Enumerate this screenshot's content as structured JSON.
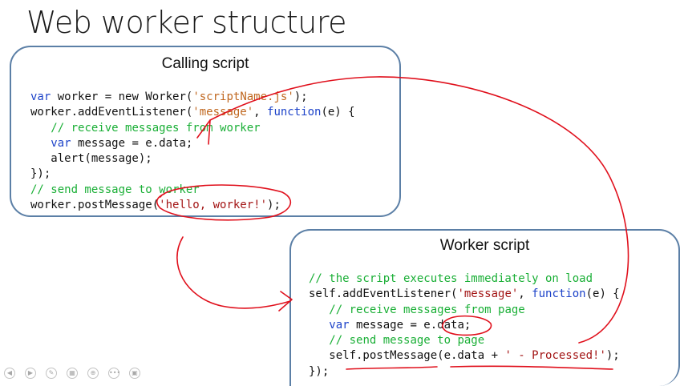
{
  "slide": {
    "title": "Web worker structure"
  },
  "calling_script": {
    "heading": "Calling script",
    "lines": [
      [
        {
          "t": "var",
          "c": "kw"
        },
        {
          "t": " worker = new Worker("
        },
        {
          "t": "'scriptName.js'",
          "c": "str-orange"
        },
        {
          "t": ");"
        }
      ],
      [
        {
          "t": "worker.addEventListener("
        },
        {
          "t": "'message'",
          "c": "str-orange"
        },
        {
          "t": ", "
        },
        {
          "t": "function",
          "c": "kw"
        },
        {
          "t": "(e) {"
        }
      ],
      [
        {
          "t": "   "
        },
        {
          "t": "// receive messages from worker",
          "c": "cm"
        }
      ],
      [
        {
          "t": "   "
        },
        {
          "t": "var",
          "c": "kw"
        },
        {
          "t": " message = e.data;"
        }
      ],
      [
        {
          "t": "   alert(message);"
        }
      ],
      [
        {
          "t": "});"
        }
      ],
      [
        {
          "t": "// send message to worker",
          "c": "cm"
        }
      ],
      [
        {
          "t": "worker.postMessage("
        },
        {
          "t": "'hello, worker!'",
          "c": "str"
        },
        {
          "t": ");"
        }
      ]
    ]
  },
  "worker_script": {
    "heading": "Worker script",
    "lines": [
      [
        {
          "t": "// the script executes immediately on load",
          "c": "cm"
        }
      ],
      [
        {
          "t": "self.addEventListener("
        },
        {
          "t": "'message'",
          "c": "str"
        },
        {
          "t": ", "
        },
        {
          "t": "function",
          "c": "kw"
        },
        {
          "t": "(e) {"
        }
      ],
      [
        {
          "t": "   "
        },
        {
          "t": "// receive messages from page",
          "c": "cm"
        }
      ],
      [
        {
          "t": "   "
        },
        {
          "t": "var",
          "c": "kw"
        },
        {
          "t": " message = e.data;"
        }
      ],
      [
        {
          "t": "   "
        },
        {
          "t": "// send message to page",
          "c": "cm"
        }
      ],
      [
        {
          "t": "   self.postMessage(e.data + "
        },
        {
          "t": "' - Processed!'",
          "c": "str"
        },
        {
          "t": ");"
        }
      ],
      [
        {
          "t": "});"
        }
      ]
    ]
  },
  "colors": {
    "keyword": "#1d43c9",
    "string": "#a31515",
    "string_alt": "#c0671f",
    "comment": "#1aaf36",
    "panel_border": "#5b7fa6",
    "annotation_ink": "#e0101c"
  },
  "slideshow_nav": {
    "buttons": [
      {
        "icon": "previous-slide-icon",
        "glyph": "◀"
      },
      {
        "icon": "next-slide-icon",
        "glyph": "▶"
      },
      {
        "icon": "pen-icon",
        "glyph": "✎"
      },
      {
        "icon": "see-all-slides-icon",
        "glyph": "▦"
      },
      {
        "icon": "zoom-icon",
        "glyph": "⊕"
      },
      {
        "icon": "more-options-icon",
        "glyph": "•••"
      },
      {
        "icon": "display-settings-icon",
        "glyph": "▣"
      }
    ]
  }
}
